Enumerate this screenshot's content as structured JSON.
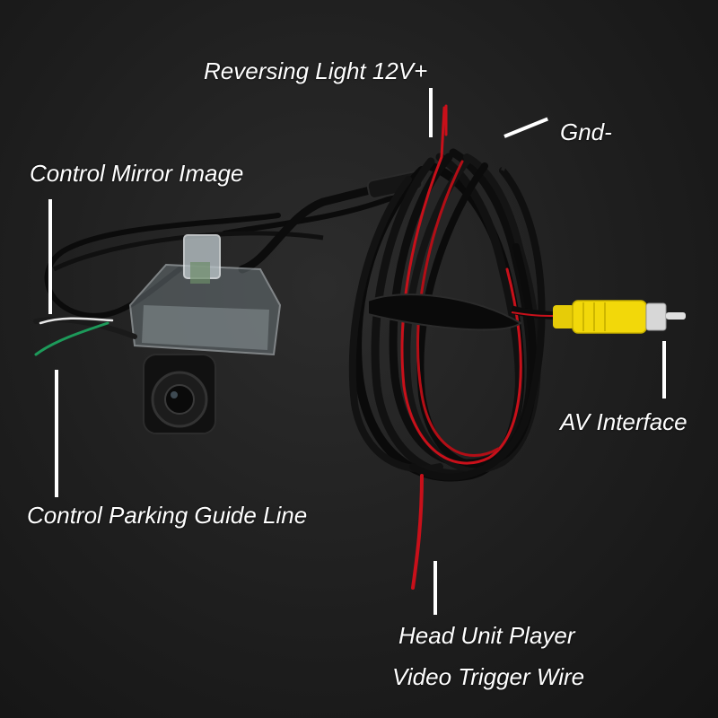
{
  "labels": {
    "reversing_light": "Reversing Light 12V+",
    "ground": "Gnd-",
    "mirror_image": "Control Mirror Image",
    "av_interface": "AV Interface",
    "parking_guide": "Control Parking Guide Line",
    "head_unit_line1": "Head Unit Player",
    "head_unit_line2": "Video Trigger Wire"
  },
  "colors": {
    "background": "#1e1e1e",
    "cable_black": "#0d0d0d",
    "wire_red": "#d0121a",
    "rca_yellow": "#f2d80a",
    "label_white": "#ffffff"
  }
}
